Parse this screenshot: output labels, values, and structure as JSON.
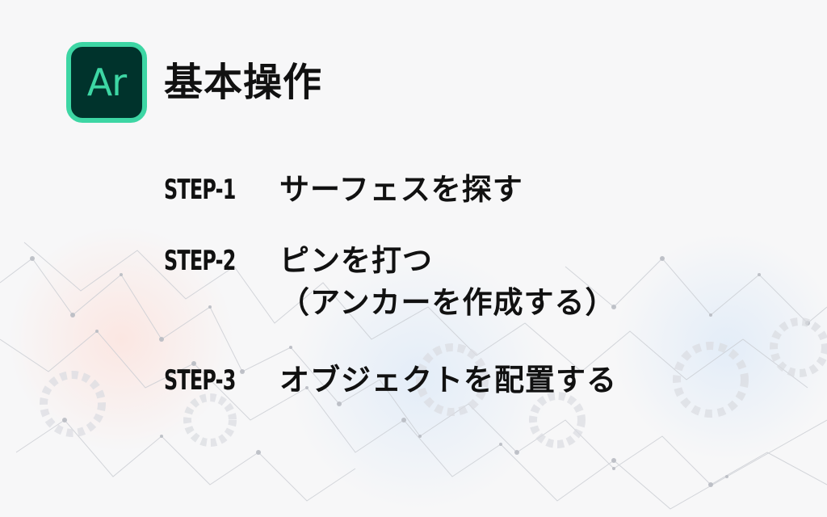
{
  "logo": {
    "text": "Ar",
    "colors": {
      "bg": "#00332c",
      "accent": "#3dd6a4"
    }
  },
  "title": "基本操作",
  "steps": [
    {
      "label": "STEP-1",
      "text": "サーフェスを探す"
    },
    {
      "label": "STEP-2",
      "text": "ピンを打つ",
      "sub": "（アンカーを作成する）"
    },
    {
      "label": "STEP-3",
      "text": "オブジェクトを配置する"
    }
  ]
}
